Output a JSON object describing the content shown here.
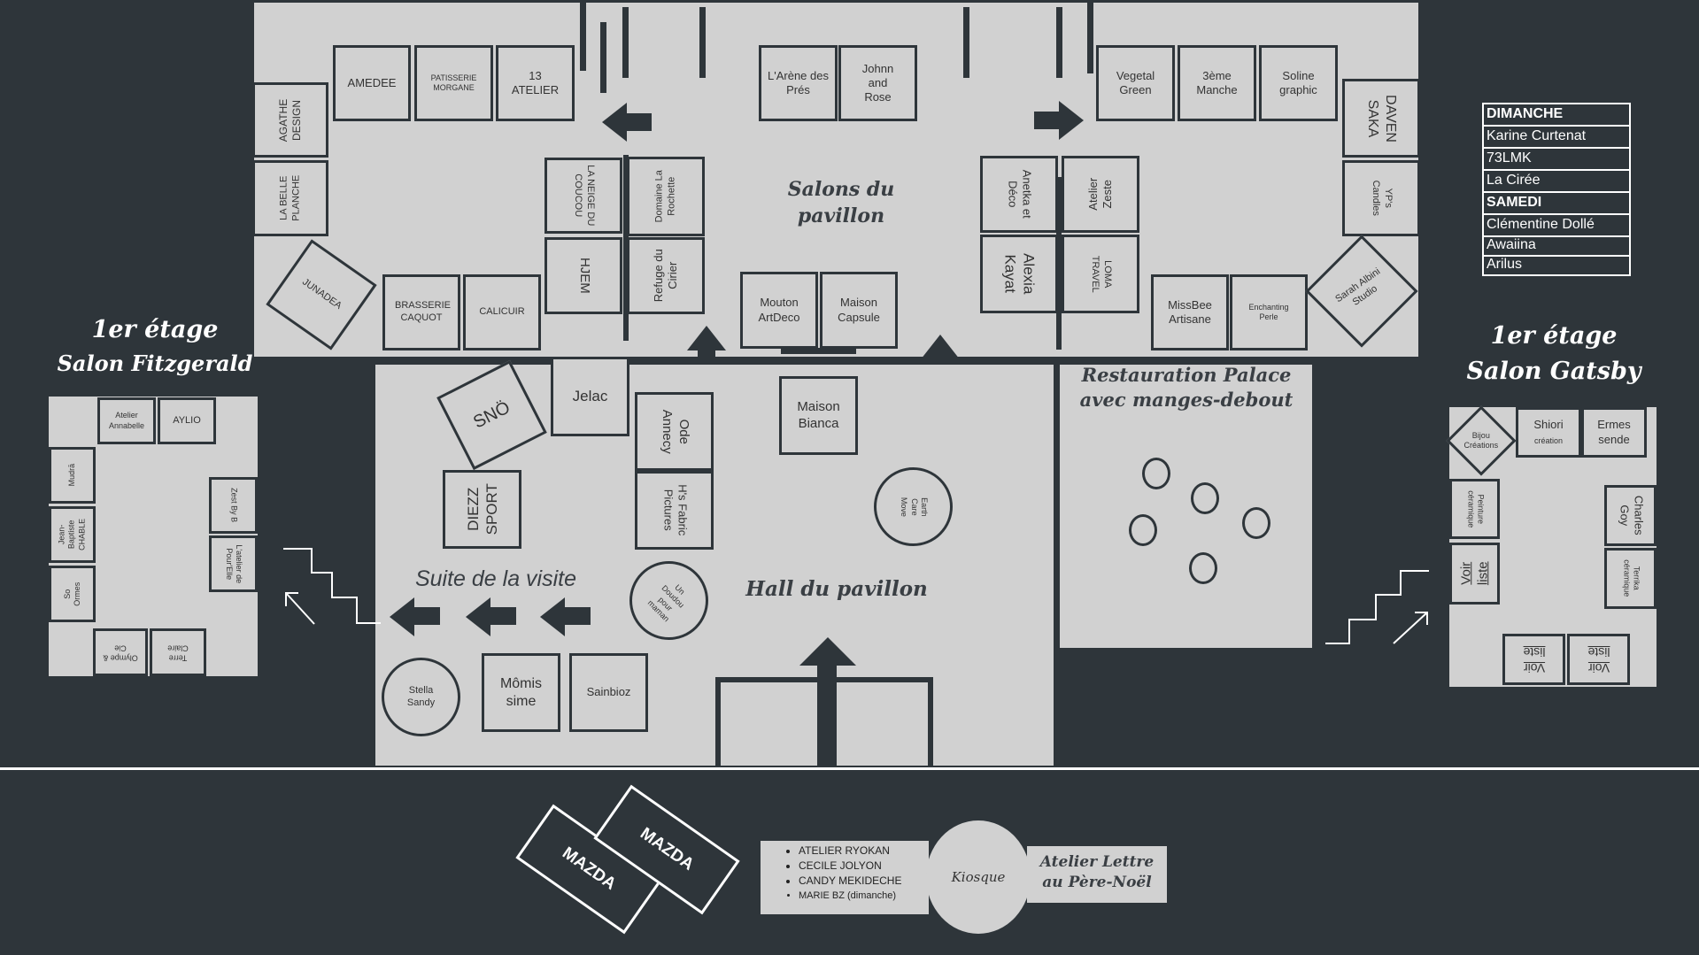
{
  "titles": {
    "salons": "Salons du pavillon",
    "hall": "Hall du pavillon",
    "suite": "Suite de la visite",
    "restauration": "Restauration Palace avec manges-debout",
    "fitzgerald_floor": "1er étage",
    "fitzgerald_name": "Salon Fitzgerald",
    "gatsby_floor": "1er étage",
    "gatsby_name": "Salon Gatsby",
    "kiosque": "Kiosque",
    "atelier_lettre": "Atelier Lettre au Père-Noël"
  },
  "salons_stands": {
    "agathe": "AGATHE DESIGN",
    "amedee": "AMEDEE",
    "patisserie": "PATISSERIE MORGANE",
    "atelier13": "13 ATELIER",
    "belle_planche": "LA BELLE PLANCHE",
    "junadea": "JUNADEA",
    "brasserie": "BRASSERIE CAQUOT",
    "calicuir": "CALICUIR",
    "neige": "LA NEIGE DU COUCOU",
    "domaine": "Domaine La Rochette",
    "hjem": "HJEM",
    "refuge": "Refuge du Cirier",
    "arene": "L'Arène des Prés",
    "johnn": "Johnn and Rose",
    "mouton": "Mouton ArtDeco",
    "capsule": "Maison Capsule",
    "anetka": "Anetka et Déco",
    "zeste": "Atelier Zeste",
    "alexia": "Alexia Kayat",
    "loma": "LOMA TRAVEL",
    "vegetal": "Vegetal Green",
    "manche": "3ème Manche",
    "soline": "Soline graphic",
    "daven": "DAVEN SAKA",
    "yps": "YP's Candles",
    "missbee": "MissBee Artisane",
    "enchanting": "Enchanting Perle",
    "sarah": "Sarah Albini Studio"
  },
  "hall_stands": {
    "sno": "SNÖ",
    "jelac": "Jelac",
    "ode": "Ode Annecy",
    "bianca": "Maison Bianca",
    "diezz": "DIEZZ SPORT",
    "hs": "H's Fabric Pictures",
    "earth": "Earth Care Move",
    "doudou": "Un Doudou pour maman",
    "stella": "Stella Sandy",
    "momis": "Mômis sime",
    "sainbioz": "Sainbioz"
  },
  "fitzgerald_stands": {
    "atelier_annabelle": "Atelier Annabelle",
    "aylio": "AYLIO",
    "mudra": "Mudrā",
    "zest": "Zest By B",
    "jean": "Jean-Baptiste CHABLE",
    "atelier_pour": "L'atelier de Pour'Elle",
    "so": "So Ormes",
    "olympe": "Olympe & Cie",
    "terre": "Terre Claire"
  },
  "gatsby_stands": {
    "bijou": "Bijou Créations",
    "shiori": "Shiori",
    "shiori_sub": "création",
    "ermes": "Ermes sende",
    "peinture": "Peinture céramique",
    "charles": "Charles Goy",
    "voir1": "Voir liste",
    "terrika": "Terrika céramique",
    "voir2": "Voir liste",
    "voir3": "Voir liste"
  },
  "legend": {
    "dimanche": "DIMANCHE",
    "d1": "Karine Curtenat",
    "d2": "73LMK",
    "d3": "La Cirée",
    "samedi": "SAMEDI",
    "s1": "Clémentine Dollé",
    "s2": "Awaiina",
    "s3": "Arilus"
  },
  "outdoor": {
    "mazda1": "MAZDA",
    "mazda2": "MAZDA",
    "kiosk_list": [
      "ATELIER RYOKAN",
      "CECILE JOLYON",
      "CANDY MEKIDECHE",
      "MARIE BZ (dimanche)"
    ]
  }
}
